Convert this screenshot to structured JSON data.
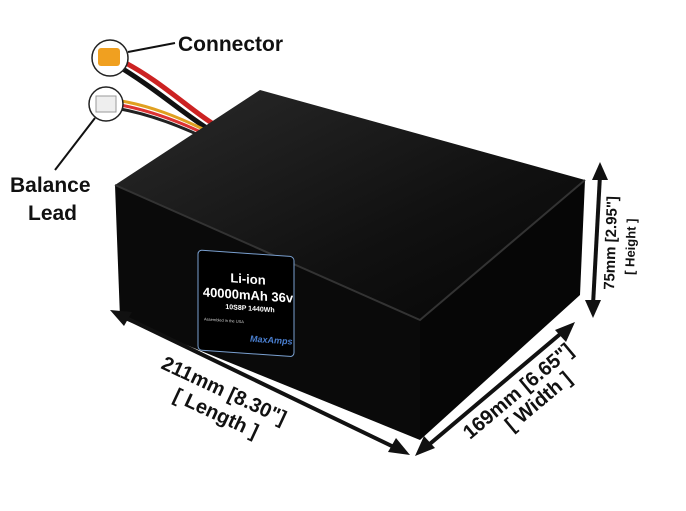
{
  "callouts": {
    "connector": "Connector",
    "balance_line1": "Balance",
    "balance_line2": "Lead"
  },
  "dimensions": {
    "length": "211mm [8.30\"]",
    "length_label": "[ Length ]",
    "width": "169mm [6.65\"]",
    "width_label": "[ Width ]",
    "height": "75mm [2.95\"]",
    "height_label": "[ Height ]"
  },
  "label": {
    "chemistry": "Li-ion",
    "capacity": "40000mAh 36v",
    "config": "10S8P 1440Wh",
    "origin": "Assembled in the USA",
    "brand": "MaxAmps"
  }
}
